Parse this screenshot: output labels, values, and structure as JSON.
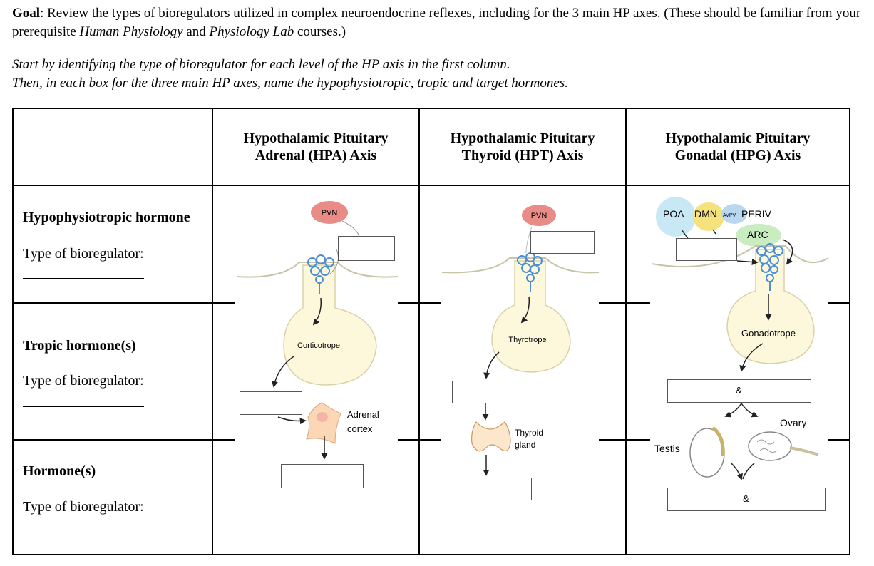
{
  "intro": {
    "goal_label": "Goal",
    "goal_text_1": ": Review the types of bioregulators utilized in complex neuroendocrine reflexes, including for the 3 main HP axes. (These should be familiar from your prerequisite ",
    "goal_course_1": "Human Physiology",
    "goal_text_2": " and ",
    "goal_course_2": "Physiology Lab",
    "goal_text_3": " courses.)",
    "instruction_1": "Start by identifying the type of bioregulator for each level of the HP axis in the first column.",
    "instruction_2": "Then, in each box for the three main HP axes, name the hypophysiotropic, tropic and target hormones."
  },
  "table": {
    "columns": [
      {
        "line1": "Hypothalamic Pituitary",
        "line2": "Adrenal (HPA) Axis"
      },
      {
        "line1": "Hypothalamic Pituitary",
        "line2": "Thyroid (HPT) Axis"
      },
      {
        "line1": "Hypothalamic Pituitary",
        "line2": "Gonadal (HPG) Axis"
      }
    ],
    "rows": [
      {
        "title": "Hypophysiotropic hormone",
        "type_label": "Type of bioregulator:"
      },
      {
        "title": "Tropic hormone(s)",
        "type_label": "Type of bioregulator:"
      },
      {
        "title": "Hormone(s)",
        "type_label": "Type of bioregulator:"
      }
    ]
  },
  "diagrams": {
    "hpa": {
      "nucleus": "PVN",
      "cell": "Corticotrope",
      "target_1": "Adrenal",
      "target_2": "cortex"
    },
    "hpt": {
      "nucleus": "PVN",
      "cell": "Thyrotrope",
      "target_1": "Thyroid",
      "target_2": "gland"
    },
    "hpg": {
      "nucleus_1": "POA",
      "nucleus_2": "DMN",
      "nucleus_3": "AVPV",
      "nucleus_4": "PERIV",
      "nucleus_5": "ARC",
      "cell": "Gonadotrope",
      "target_male": "Testis",
      "target_female": "Ovary",
      "amp_1": "&",
      "amp_2": "&"
    }
  },
  "colors": {
    "pvn": "#e98b86",
    "portal": "#4d8fd6",
    "pituitary": "#fdf8dc",
    "poa": "#c9e8f5",
    "dmn": "#f5e27c",
    "avpv": "#b9d8f0",
    "arc": "#c9ecc0",
    "adrenal": "#fbd7b6"
  }
}
